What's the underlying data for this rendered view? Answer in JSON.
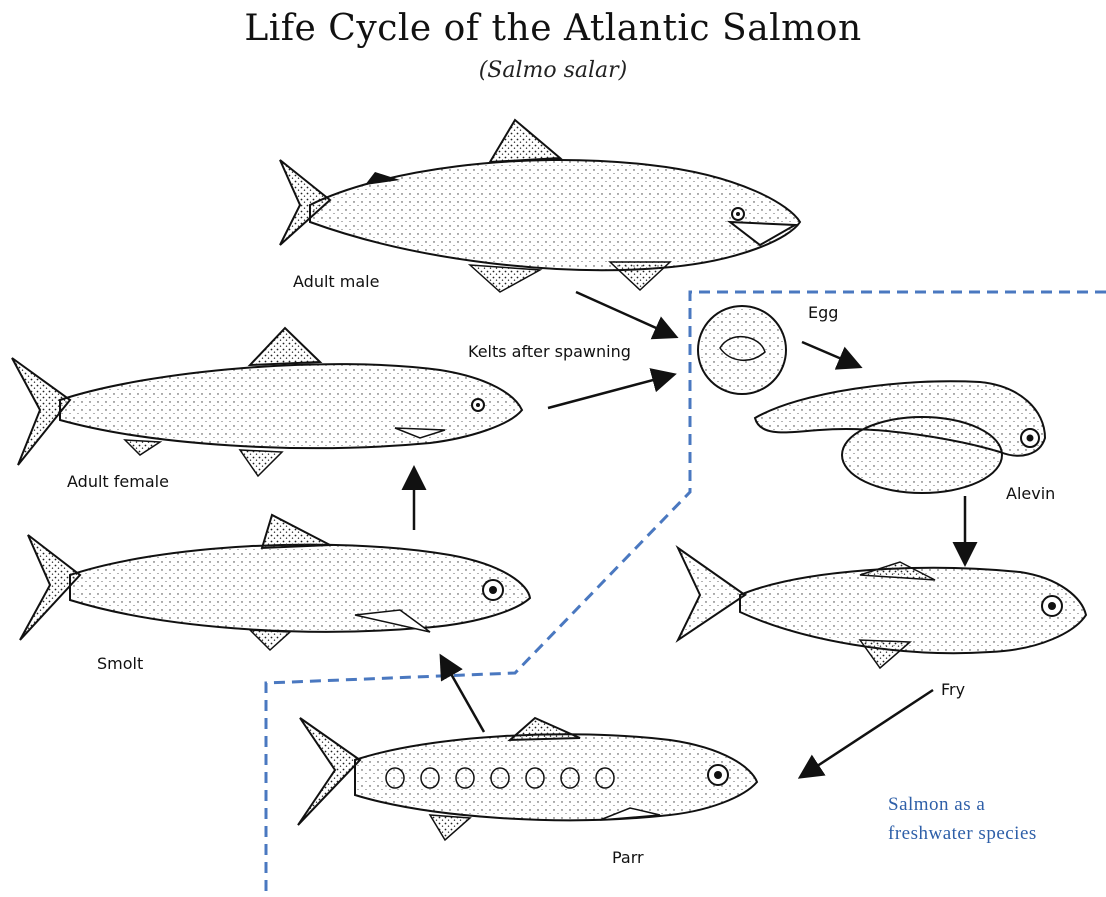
{
  "title": "Life Cycle of the Atlantic Salmon",
  "subtitle": "(Salmo salar)",
  "stages": {
    "adult_male": "Adult male",
    "kelts": "Kelts after spawning",
    "egg": "Egg",
    "adult_female": "Adult female",
    "alevin": "Alevin",
    "smolt": "Smolt",
    "fry": "Fry",
    "parr": "Parr"
  },
  "freshwater_note": {
    "line1": "Salmon as a",
    "line2": "freshwater species"
  },
  "colors": {
    "boundary": "#4a78c0",
    "note_text": "#2e5fa8",
    "ink": "#111111"
  }
}
